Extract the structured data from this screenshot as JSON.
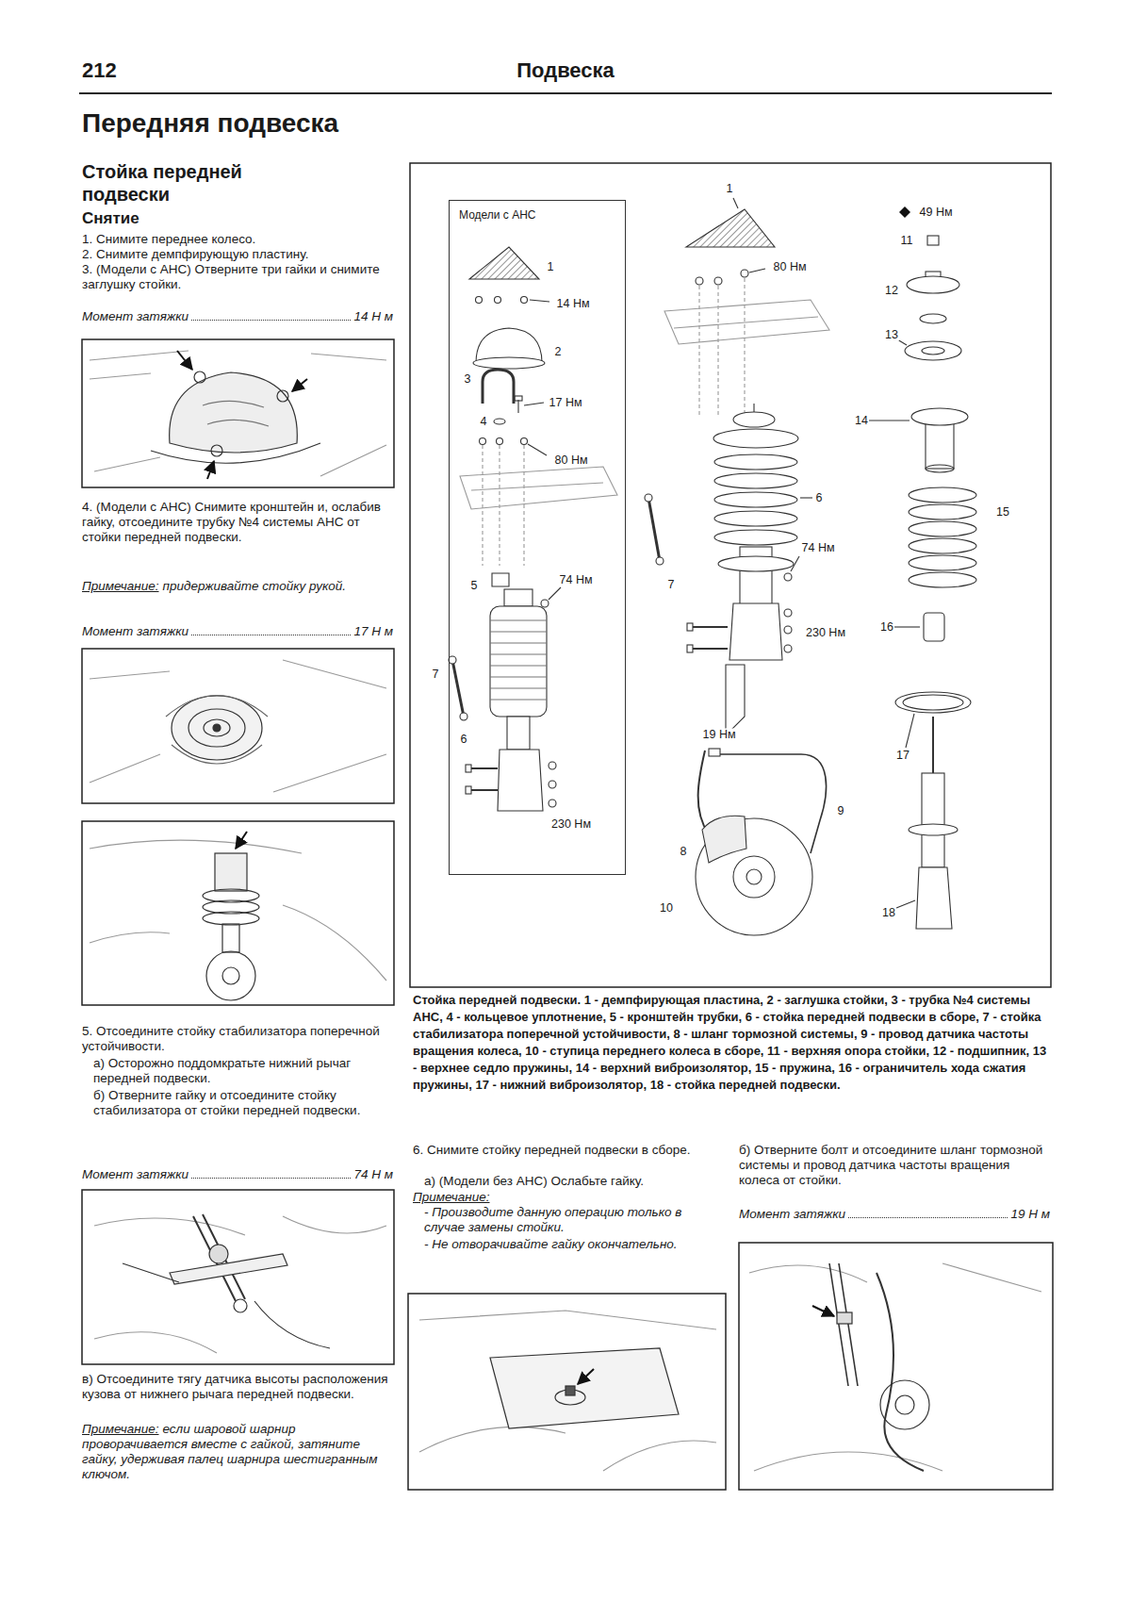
{
  "diagram": {
    "title": "Передняя подвеска",
    "caption": "Стойка передней подвески. 1 - демпфирующая пластина, 2 - заглушка стойки, 3 - трубка №4 системы АНС, 4 - кольцевое уплотнение, 5 - кронштейн трубки, 6 - стойка передней подвески в сборе, 7 - стойка стабилизатора поперечной устойчивости, 8 - шланг тормозной системы, 9 - провод датчика частоты вращения колеса, 10 - ступица переднего колеса в сборе, 11 - верхняя опора стойки, 12 - подшипник, 13 - верхнее седло пружины, 14 - верхний виброизолятор, 15 - пружина, 16 - ограничитель хода сжатия пружины, 17 - нижний виброизолятор, 18 - стойка передней подвески.",
    "nodes": [
      {
        "text": [
          "Модели с АНС"
        ]
      }
    ],
    "labels": [
      "212",
      "Подвеска",
      "Стойка передней подвески",
      "Снятие",
      "1. Снимите переднее колесо.",
      "2. Снимите демпфирующую пластину.",
      "3. (Модели с АНС) Отверните три гайки и снимите заглушку стойки.",
      "Момент затяжки",
      "14 Н м",
      "4. (Модели с АНС) Снимите кронштейн и, ослабив гайку, отсоедините трубку №4 системы АНС от стойки передней подвески.",
      "Примечание:",
      "придерживайте стойку рукой.",
      "Момент затяжки",
      "17 Н м",
      "5. Отсоедините стойку стабилизатора поперечной устойчивости.",
      "а) Осторожно поддомкратьте нижний рычаг передней подвески.",
      "б) Отверните гайку и отсоедините стойку стабилизатора от стойки передней подвески.",
      "Момент затяжки",
      "74 Н м",
      "в) Отсоедините тягу датчика высоты расположения кузова от нижнего рычага передней подвески.",
      "Примечание:",
      "если шаровой шарнир проворачивается вместе с гайкой, затяните гайку, удерживая палец шарнира шестигранным ключом.",
      "6. Снимите стойку передней подвески в сборе.",
      "а) (Модели без АНС) Ослабьте гайку.",
      "Примечание:",
      "- Производите данную операцию только в случае замены стойки.",
      "- Не отворачивайте гайку окончательно.",
      "б) Отверните болт и отсоедините шланг тормозной системы и провод датчика частоты вращения колеса от стойки.",
      "Момент затяжки",
      "19 Н м",
      "1",
      "14 Нм",
      "2",
      "3",
      "17 Нм",
      "4",
      "80 Нм",
      "5",
      "74 Нм",
      "7",
      "6",
      "230 Нм",
      "1",
      "80 Нм",
      "6",
      "74 Нм",
      "7",
      "230 Нм",
      "19 Нм",
      "9",
      "8",
      "10",
      "49 Нм",
      "11",
      "12",
      "13",
      "14",
      "15",
      "16",
      "17",
      "18"
    ]
  }
}
